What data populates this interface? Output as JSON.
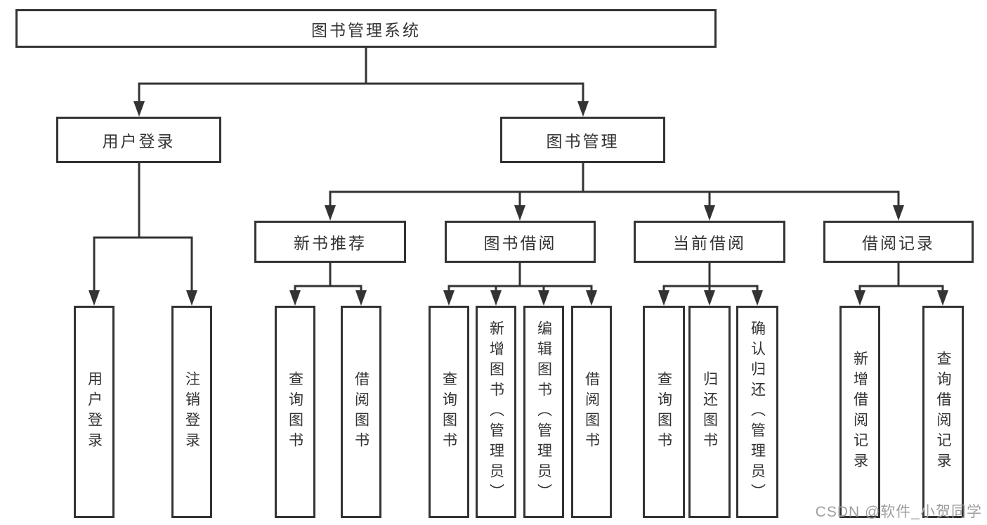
{
  "diagram": {
    "root_label": "图书管理系统",
    "level2": [
      {
        "label": "用户登录",
        "children": [
          "用户登录",
          "注销登录"
        ]
      },
      {
        "label": "图书管理",
        "groups": [
          {
            "label": "新书推荐",
            "children": [
              "查询图书",
              "借阅图书"
            ]
          },
          {
            "label": "图书借阅",
            "children": [
              "查询图书",
              "新增图书（管理员）",
              "编辑图书（管理员）",
              "借阅图书"
            ]
          },
          {
            "label": "当前借阅",
            "children": [
              "查询图书",
              "归还图书",
              "确认归还（管理员）"
            ]
          },
          {
            "label": "借阅记录",
            "children": [
              "新增借阅记录",
              "查询借阅记录"
            ]
          }
        ]
      }
    ],
    "watermark": "CSDN @软件_小贺同学",
    "colors": {
      "line": "#333333",
      "box_border": "#333333",
      "box_fill": "#ffffff",
      "text": "#333333",
      "watermark": "#9e9e9e"
    }
  }
}
